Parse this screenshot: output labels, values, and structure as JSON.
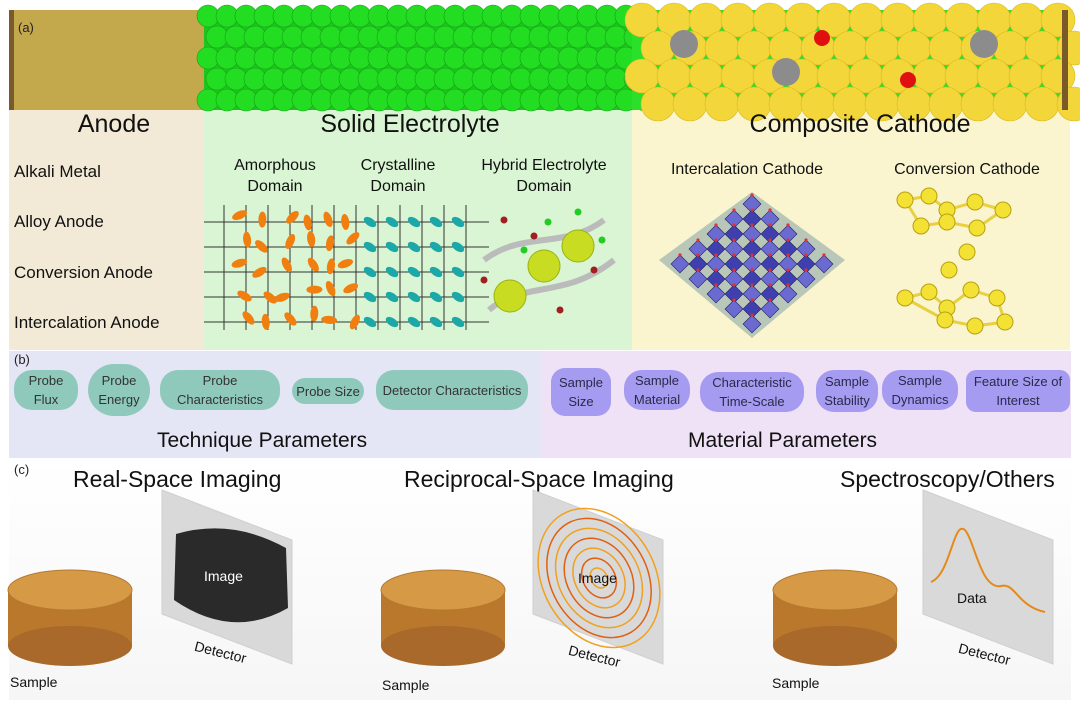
{
  "panel_a": {
    "letter": "(a)",
    "anode": {
      "title": "Anode",
      "items": [
        "Alkali Metal",
        "Alloy Anode",
        "Conversion Anode",
        "Intercalation Anode"
      ]
    },
    "electrolyte": {
      "title": "Solid Electrolyte",
      "domains": [
        "Amorphous Domain",
        "Crystalline Domain",
        "Hybrid Electrolyte Domain"
      ]
    },
    "cathode": {
      "title": "Composite Cathode",
      "types": [
        "Intercalation Cathode",
        "Conversion Cathode"
      ]
    },
    "colors": {
      "anode": "#c4a84c",
      "electrolyte": "#22dd22",
      "cathode_particle": "#f2d63a",
      "gray_particle": "#8c8c8c",
      "red_particle": "#e01010"
    }
  },
  "panel_b": {
    "letter": "(b)",
    "technique": {
      "title": "Technique Parameters",
      "pills": [
        "Probe Flux",
        "Probe Energy",
        "Probe Characteristics",
        "Probe Size",
        "Detector Characteristics"
      ]
    },
    "material": {
      "title": "Material Parameters",
      "pills": [
        "Sample Size",
        "Sample Material",
        "Characteristic Time-Scale",
        "Sample Stability",
        "Sample Dynamics",
        "Feature Size of Interest"
      ]
    },
    "colors": {
      "technique_pill": "#8fc9bc",
      "material_pill": "#a59bf0"
    }
  },
  "panel_c": {
    "letter": "(c)",
    "techniques": [
      {
        "title": "Real-Space Imaging",
        "detector_text": "Image",
        "detector_label": "Detector",
        "sample_label": "Sample"
      },
      {
        "title": "Reciprocal-Space Imaging",
        "detector_text": "Image",
        "detector_label": "Detector",
        "sample_label": "Sample"
      },
      {
        "title": "Spectroscopy/Others",
        "detector_text": "Data",
        "detector_label": "Detector",
        "sample_label": "Sample"
      }
    ]
  }
}
